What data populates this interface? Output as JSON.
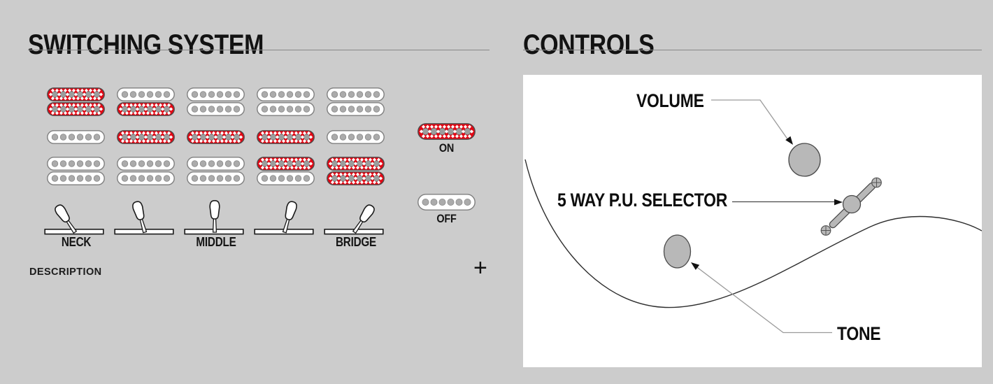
{
  "page": {
    "background": "#cccccc"
  },
  "switching_system": {
    "title": "SWITCHING SYSTEM",
    "rows": [
      "neck-humbucker-coil-1",
      "neck-humbucker-coil-2",
      "middle-single-coil",
      "bridge-humbucker-coil-1",
      "bridge-humbucker-coil-2"
    ],
    "positions": [
      {
        "label": "NECK",
        "lever_angle": -34,
        "active_coils": [
          true,
          true,
          false,
          false,
          false
        ]
      },
      {
        "label": "",
        "lever_angle": -16,
        "active_coils": [
          false,
          true,
          true,
          false,
          false
        ]
      },
      {
        "label": "MIDDLE",
        "lever_angle": 0,
        "active_coils": [
          false,
          false,
          true,
          false,
          false
        ]
      },
      {
        "label": "",
        "lever_angle": 16,
        "active_coils": [
          false,
          false,
          true,
          true,
          false
        ]
      },
      {
        "label": "BRIDGE",
        "lever_angle": 34,
        "active_coils": [
          false,
          false,
          false,
          true,
          true
        ]
      }
    ],
    "legend": [
      {
        "label": "ON",
        "active": true
      },
      {
        "label": "OFF",
        "active": false
      }
    ],
    "description_label": "DESCRIPTION",
    "expand_button": "+",
    "colors": {
      "pickup_on": "#e30613",
      "pickup_off": "#ffffff",
      "pole_piece_off": "#ababab",
      "pole_piece_on": "#9d9d9d",
      "sparkle": "#ffffff"
    }
  },
  "controls": {
    "title": "CONTROLS",
    "callouts": [
      {
        "label": "VOLUME"
      },
      {
        "label": "5 WAY P.U. SELECTOR"
      },
      {
        "label": "TONE"
      }
    ]
  }
}
